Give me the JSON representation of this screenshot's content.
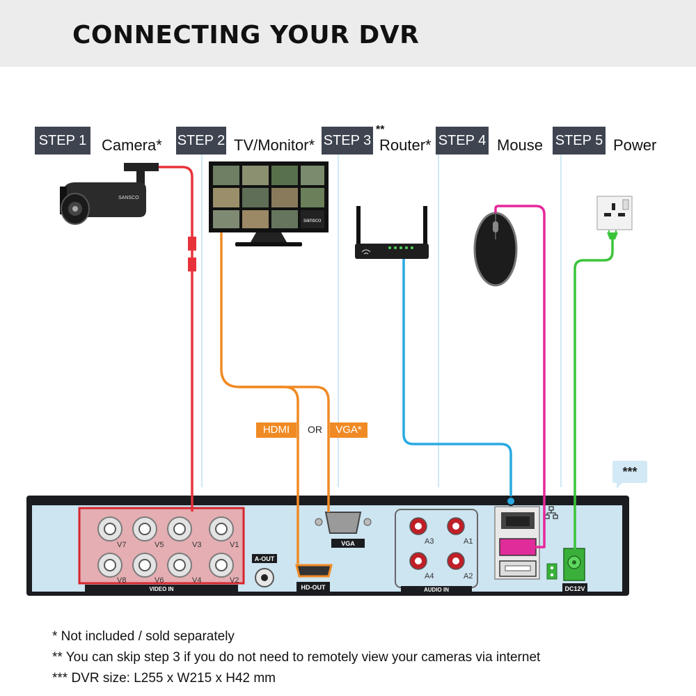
{
  "title": "CONNECTING YOUR DVR",
  "steps": [
    {
      "step": "STEP 1",
      "label": "Camera*"
    },
    {
      "step": "STEP 2",
      "label": "TV/Monitor*"
    },
    {
      "step": "STEP 3",
      "label": "Router*",
      "prefix": "**"
    },
    {
      "step": "STEP 4",
      "label": "Mouse"
    },
    {
      "step": "STEP 5",
      "label": "Power"
    }
  ],
  "monitor_brand": "sansco",
  "camera_brand": "SANSCO",
  "video_outputs": {
    "hdmi": "HDMI",
    "or": "OR",
    "vga": "VGA*"
  },
  "footnote_marker": "***",
  "dvr": {
    "video_in_label": "VIDEO IN",
    "video_ports_top": [
      "V7",
      "V5",
      "V3",
      "V1"
    ],
    "video_ports_bottom": [
      "V8",
      "V6",
      "V4",
      "V2"
    ],
    "aout_label": "A-OUT",
    "vga_label": "VGA",
    "hdout_label": "HD-OUT",
    "audio_in_label": "AUDIO IN",
    "audio_ports": [
      "A3",
      "A1",
      "A4",
      "A2"
    ],
    "dc_label": "DC12V"
  },
  "notes": [
    "* Not included / sold separately",
    "** You can skip step 3 if you do not need to remotely view your cameras via internet",
    "*** DVR size: L255 x W215 x H42 mm"
  ],
  "colors": {
    "camera_cable": "#e8323a",
    "video_cable": "#f08a24",
    "network_cable": "#29a9e1",
    "mouse_cable": "#e6279b",
    "power_cable": "#3ac43a",
    "step_badge": "#3e4450",
    "dvr_panel": "#cde4f1"
  }
}
